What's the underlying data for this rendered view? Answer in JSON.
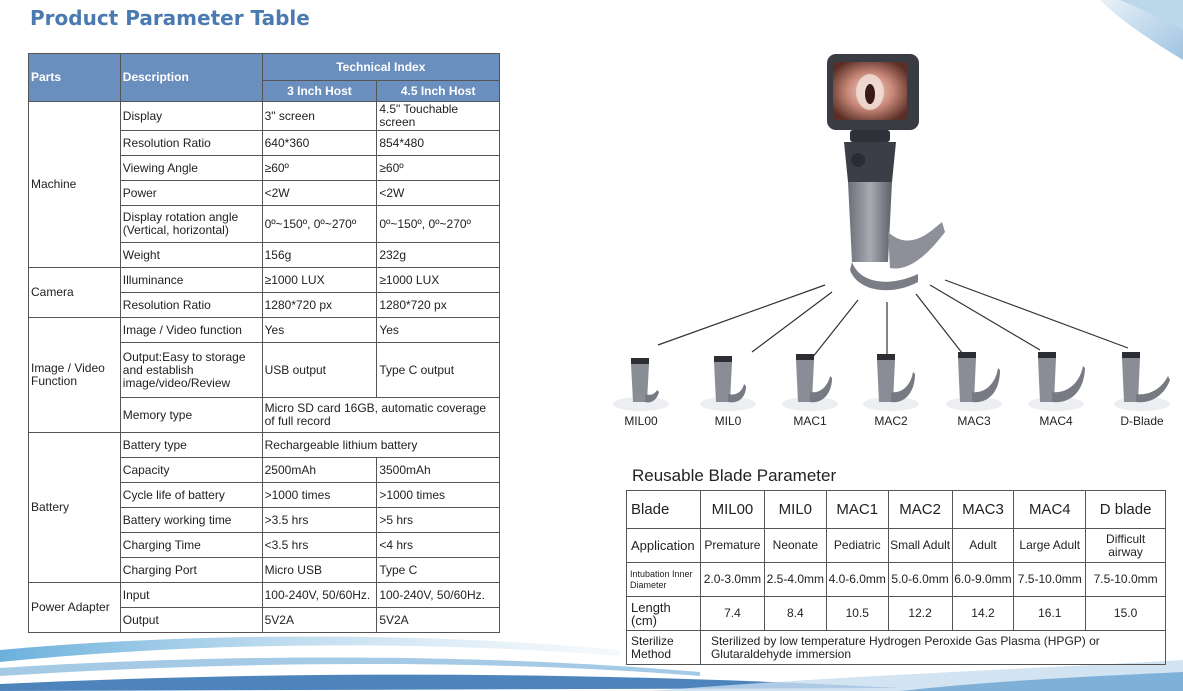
{
  "title": "Product Parameter Table",
  "param_table": {
    "headers": {
      "parts": "Parts",
      "description": "Description",
      "technical_index": "Technical Index",
      "host_3": "3 Inch Host",
      "host_45": "4.5 Inch Host"
    },
    "groups": [
      {
        "name": "Machine",
        "rows": [
          {
            "desc": "Display",
            "v1": "3\"  screen",
            "v2": "4.5\" Touchable screen"
          },
          {
            "desc": "Resolution Ratio",
            "v1": "640*360",
            "v2": "854*480"
          },
          {
            "desc": "Viewing Angle",
            "v1": "≥60º",
            "v2": "≥60º"
          },
          {
            "desc": "Power",
            "v1": "<2W",
            "v2": "<2W"
          },
          {
            "desc": "Display rotation angle (Vertical, horizontal)",
            "v1": "0º~150º, 0º~270º",
            "v2": "0º~150º, 0º~270º"
          },
          {
            "desc": "Weight",
            "v1": "156g",
            "v2": "232g"
          }
        ]
      },
      {
        "name": "Camera",
        "rows": [
          {
            "desc": "Illuminance",
            "v1": "≥1000 LUX",
            "v2": "≥1000 LUX"
          },
          {
            "desc": "Resolution Ratio",
            "v1": "1280*720 px",
            "v2": "1280*720 px"
          }
        ]
      },
      {
        "name": "Image / Video Function",
        "rows": [
          {
            "desc": "Image / Video function",
            "v1": "Yes",
            "v2": "Yes"
          },
          {
            "desc": "Output:Easy to storage and establish image/video/Review",
            "v1": "USB output",
            "v2": "Type C output"
          },
          {
            "desc": "Memory type",
            "merged": "Micro SD card 16GB, automatic coverage of full record"
          }
        ]
      },
      {
        "name": "Battery",
        "rows": [
          {
            "desc": "Battery type",
            "merged": "Rechargeable lithium battery"
          },
          {
            "desc": "Capacity",
            "v1": "2500mAh",
            "v2": "3500mAh"
          },
          {
            "desc": "Cycle life of battery",
            "v1": ">1000 times",
            "v2": ">1000 times"
          },
          {
            "desc": "Battery working time",
            "v1": ">3.5 hrs",
            "v2": ">5 hrs"
          },
          {
            "desc": "Charging Time",
            "v1": "<3.5 hrs",
            "v2": "<4 hrs"
          },
          {
            "desc": "Charging Port",
            "v1": "Micro USB",
            "v2": "Type C"
          }
        ]
      },
      {
        "name": "Power Adapter",
        "rows": [
          {
            "desc": "Input",
            "v1": "100-240V, 50/60Hz.",
            "v2": "100-240V, 50/60Hz."
          },
          {
            "desc": "Output",
            "v1": "5V2A",
            "v2": "5V2A"
          }
        ]
      }
    ]
  },
  "blade_labels": [
    "MIL00",
    "MIL0",
    "MAC1",
    "MAC2",
    "MAC3",
    "MAC4",
    "D-Blade"
  ],
  "reusable": {
    "title": "Reusable Blade Parameter",
    "blade_header": "Blade",
    "blades": [
      "MIL00",
      "MIL0",
      "MAC1",
      "MAC2",
      "MAC3",
      "MAC4",
      "D blade"
    ],
    "application_label": "Application",
    "applications": [
      "Premature",
      "Neonate",
      "Pediatric",
      "Small Adult",
      "Adult",
      "Large Adult",
      "Difficult airway"
    ],
    "diameter_label": "Intubation Inner Diameter",
    "diameters": [
      "2.0-3.0mm",
      "2.5-4.0mm",
      "4.0-6.0mm",
      "5.0-6.0mm",
      "6.0-9.0mm",
      "7.5-10.0mm",
      "7.5-10.0mm"
    ],
    "length_label": "Length (cm)",
    "lengths": [
      "7.4",
      "8.4",
      "10.5",
      "12.2",
      "14.2",
      "16.1",
      "15.0"
    ],
    "sterilize_label": "Sterilize Method",
    "sterilize_text": "Sterilized by low temperature Hydrogen Peroxide Gas Plasma (HPGP) or Glutaraldehyde immersion"
  }
}
